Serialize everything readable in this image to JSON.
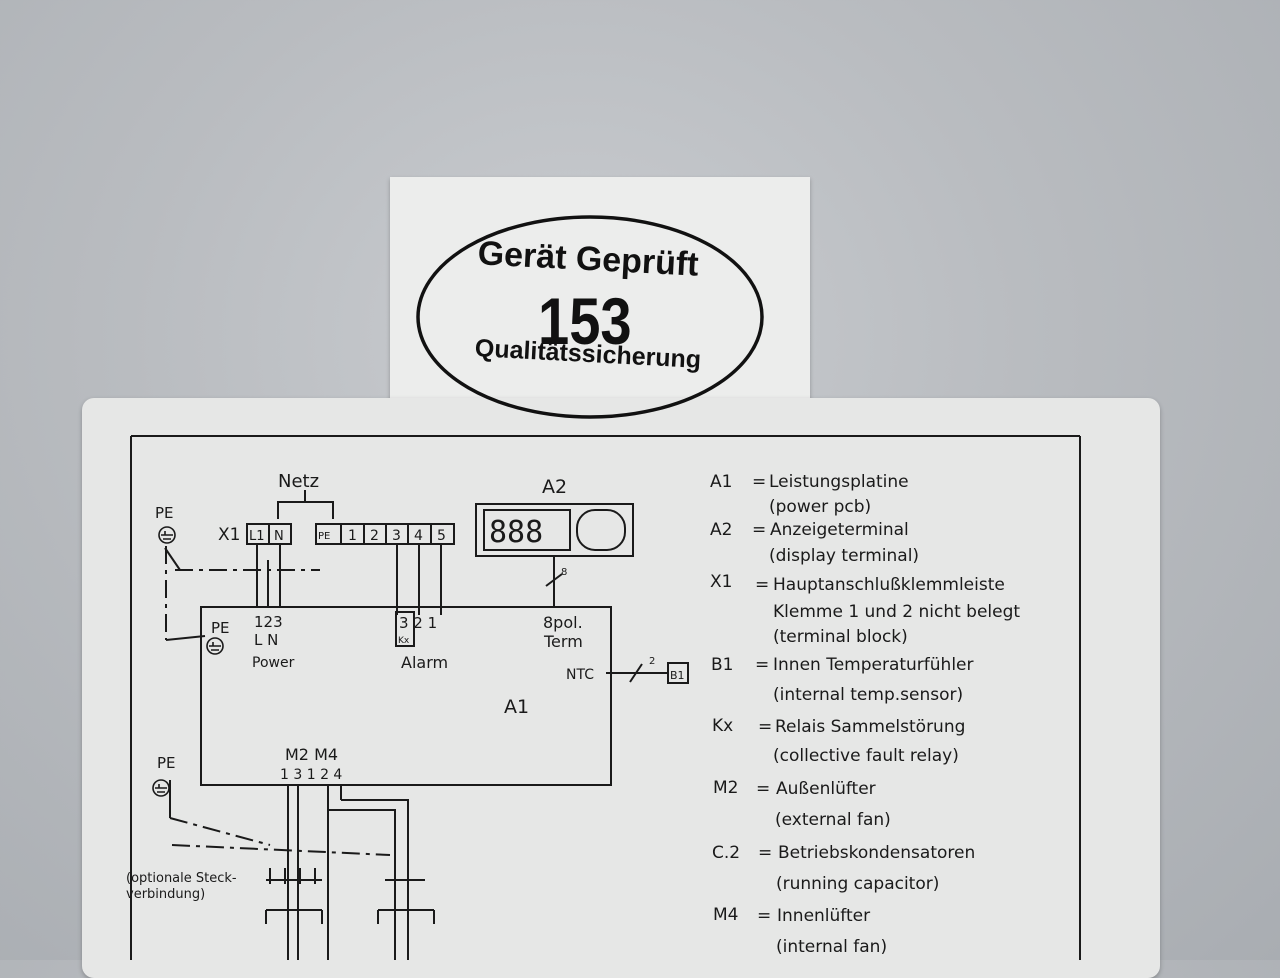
{
  "stamp": {
    "line1": "Gerät Geprüft",
    "number": "153",
    "line2": "Qualitätssicherung"
  },
  "diagram": {
    "netz": "Netz",
    "a2": "A2",
    "x1": "X1",
    "pe_top": "PE",
    "pe_mid": "PE",
    "pe_bottom": "PE",
    "terminals": [
      "L1",
      "N",
      "PE",
      "1",
      "2",
      "3",
      "4",
      "5"
    ],
    "display_digits": "888",
    "pin_123": "123",
    "l_n": "L  N",
    "power": "Power",
    "alarm_pins": "3 2 1",
    "kx": "Kx",
    "alarm": "Alarm",
    "bus_count": "8",
    "pol": "8pol.",
    "term": "Term",
    "ntc": "NTC",
    "ntc_count": "2",
    "b1": "B1",
    "a1": "A1",
    "m2m4": "M2  M4",
    "m_pins": "1 3 1 2 4",
    "optional_1": "(optionale Steck-",
    "optional_2": "verbindung)"
  },
  "legend": [
    {
      "code": "A1",
      "de": "Leistungsplatine",
      "en": "(power pcb)"
    },
    {
      "code": "A2",
      "de": "Anzeigeterminal",
      "en": "(display terminal)"
    },
    {
      "code": "X1",
      "de": "Hauptanschlußklemmleiste",
      "de2": "Klemme 1 und 2 nicht belegt",
      "en": "(terminal block)"
    },
    {
      "code": "B1",
      "de": "Innen Temperaturfühler",
      "en": "(internal temp.sensor)"
    },
    {
      "code": "Kx",
      "de": "Relais Sammelstörung",
      "en": "(collective fault relay)"
    },
    {
      "code": "M2",
      "de": "Außenlüfter",
      "en": "(external fan)"
    },
    {
      "code": "C.2",
      "de": "Betriebskondensatoren",
      "en": "(running capacitor)"
    },
    {
      "code": "M4",
      "de": "Innenlüfter",
      "en": "(internal fan)"
    }
  ]
}
